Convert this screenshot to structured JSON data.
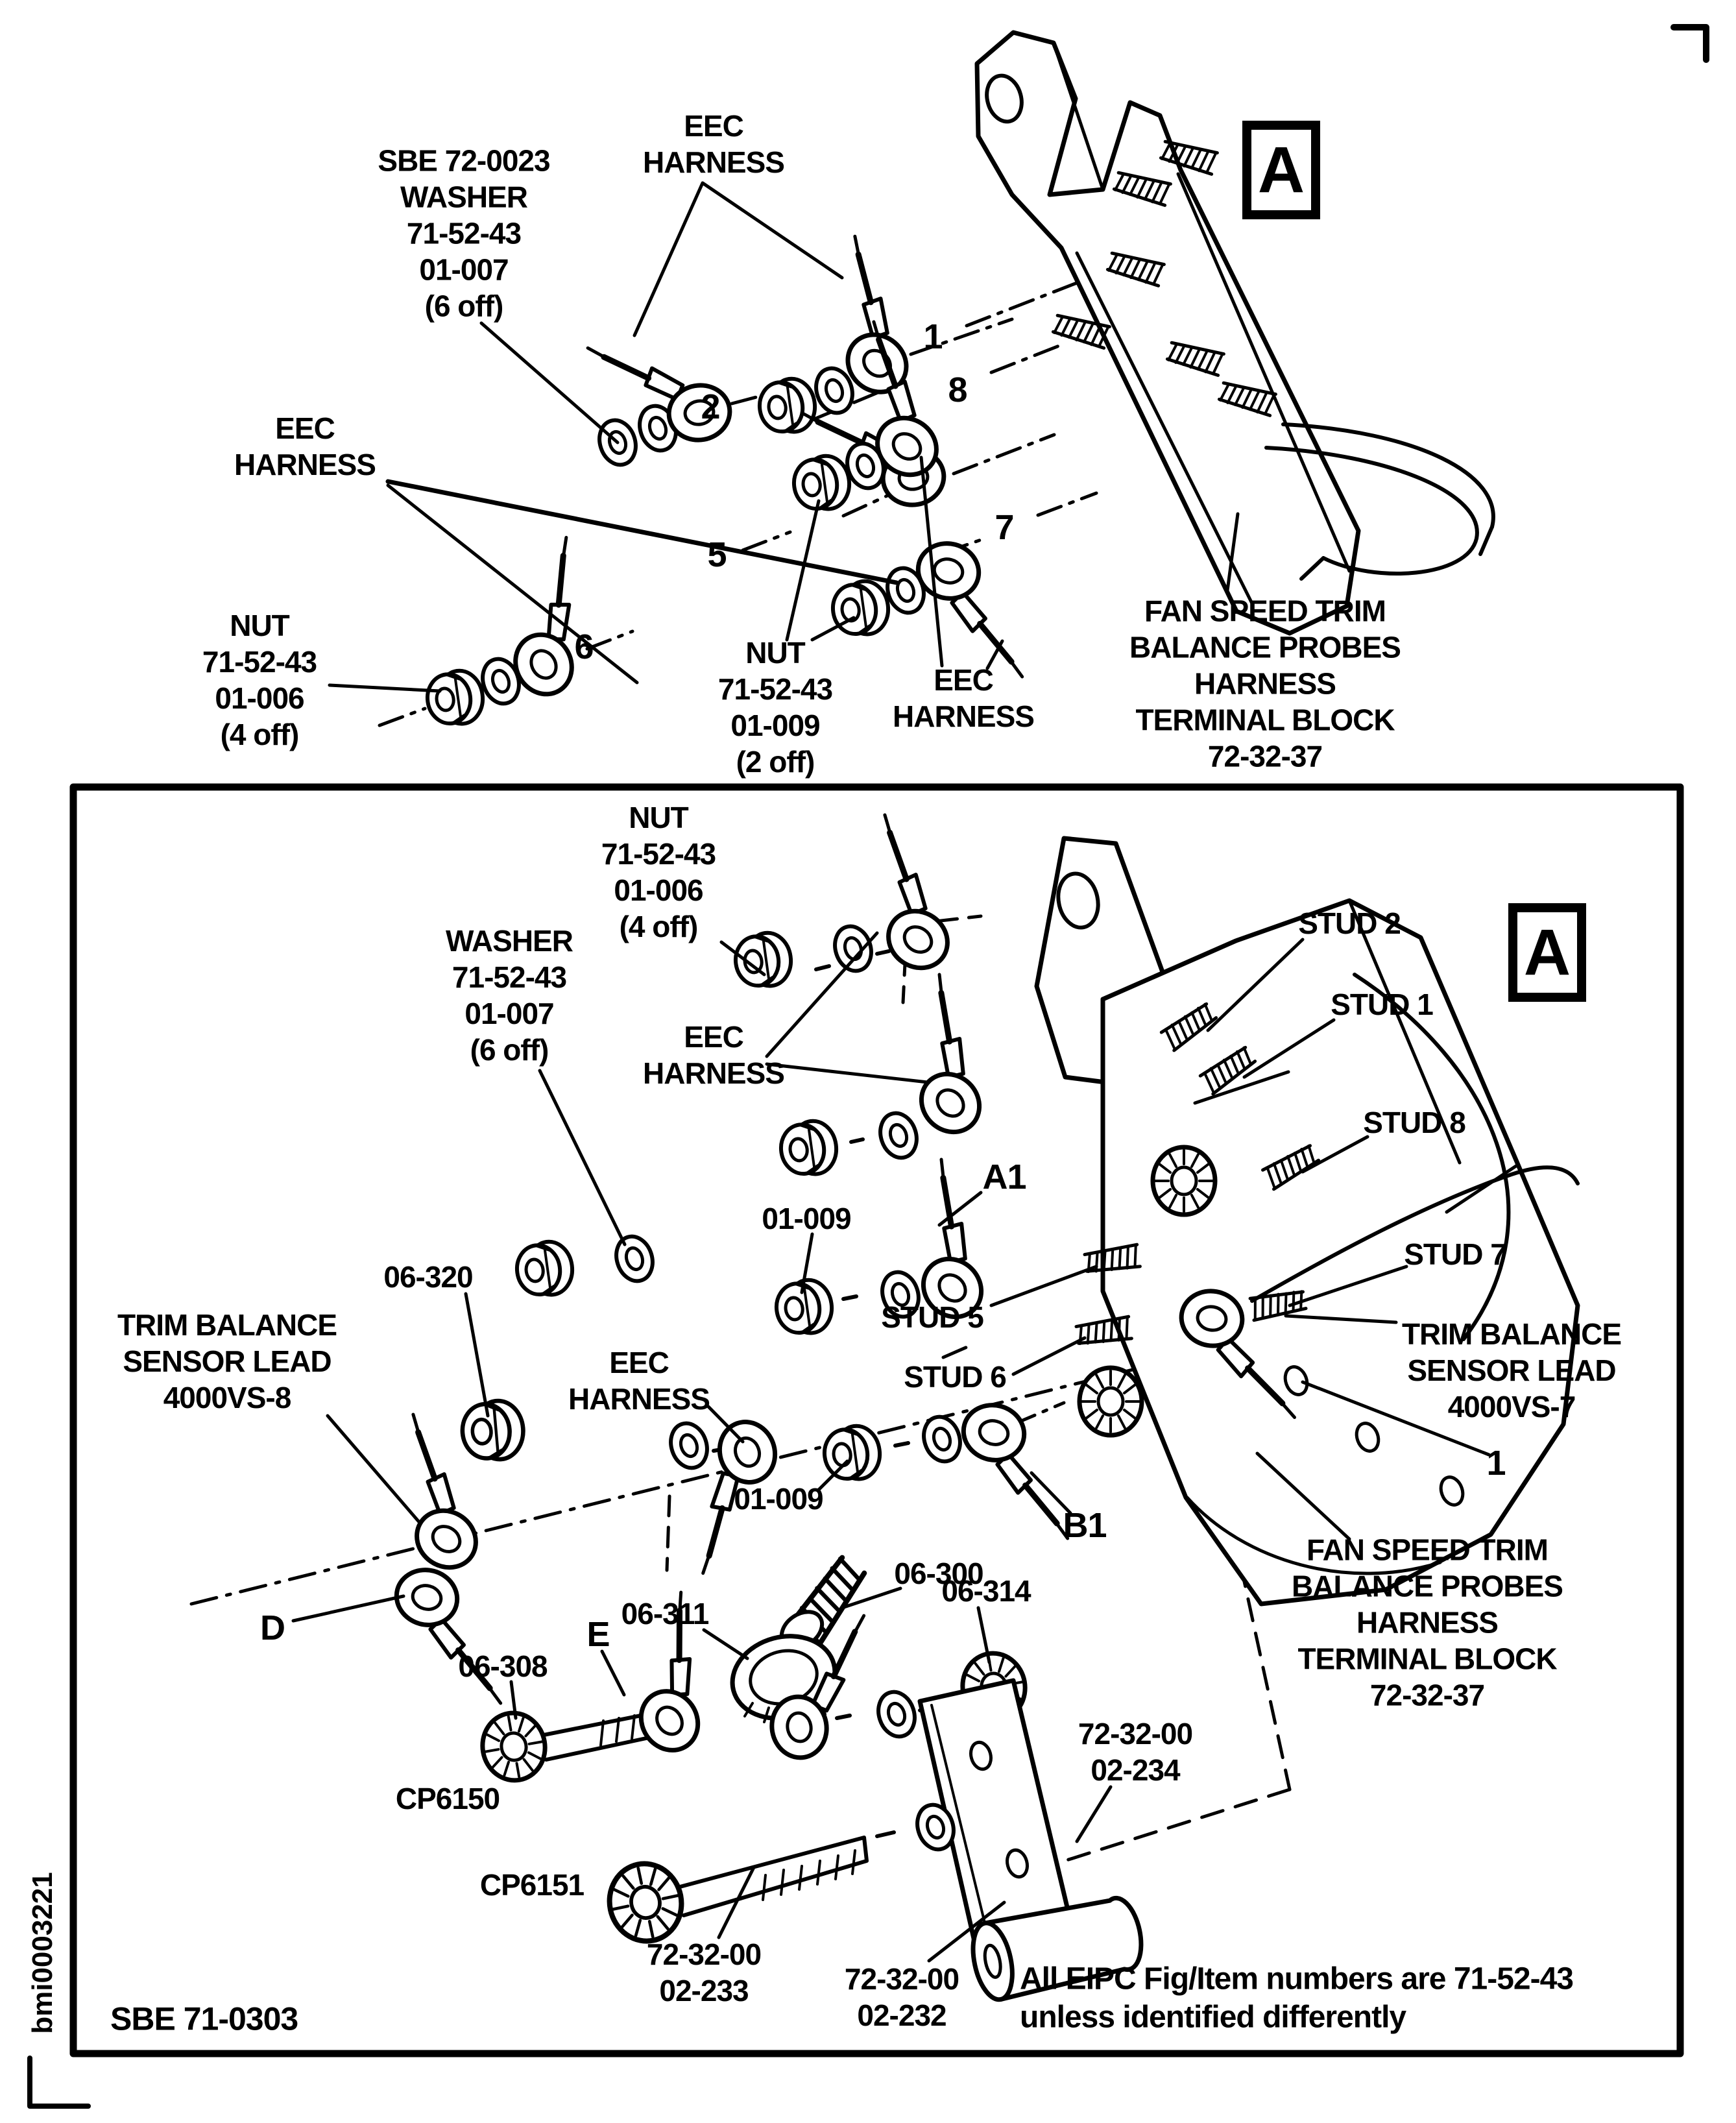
{
  "page": {
    "background": "#ffffff",
    "line_color": "#000000",
    "image_code": "bmi0003221",
    "figure_code": "SBE 71-0303",
    "note": "All EIPC Fig/Item numbers are 71-52-43\nunless identified differently"
  },
  "top_view": {
    "labels": {
      "washer_sbe": "SBE 72-0023\nWASHER\n71-52-43\n01-007\n(6 off)",
      "eec_harness_top": "EEC\nHARNESS",
      "eec_harness_left": "EEC\nHARNESS",
      "eec_harness_mid": "EEC\nHARNESS",
      "nut_01_006": "NUT\n71-52-43\n01-006\n(4 off)",
      "nut_01_009": "NUT\n71-52-43\n01-009\n(2 off)",
      "terminal_block": "FAN SPEED TRIM\nBALANCE PROBES\nHARNESS\nTERMINAL BLOCK\n72-32-37",
      "detail_marker": "A"
    },
    "callouts": {
      "c1": "1",
      "c2": "2",
      "c5": "5",
      "c6": "6",
      "c7": "7",
      "c8": "8"
    }
  },
  "bottom_view": {
    "labels": {
      "nut_01_006": "NUT\n71-52-43\n01-006\n(4 off)",
      "washer_01_007": "WASHER\n71-52-43\n01-007\n(6 off)",
      "eec_harness_upper": "EEC\nHARNESS",
      "eec_harness_lower": "EEC\nHARNESS",
      "stud1": "STUD 1",
      "stud2": "STUD 2",
      "stud5": "STUD 5",
      "stud6": "STUD 6",
      "stud7": "STUD 7",
      "stud8": "STUD 8",
      "sensor_lead_8": "TRIM BALANCE\nSENSOR LEAD\n4000VS-8",
      "sensor_lead_7": "TRIM BALANCE\nSENSOR LEAD\n4000VS-7",
      "terminal_block": "FAN SPEED TRIM\nBALANCE PROBES\nHARNESS\nTERMINAL BLOCK\n72-32-37",
      "p06_320": "06-320",
      "p01_009_upper": "01-009",
      "p01_009_lower": "01-009",
      "p06_311": "06-311",
      "p06_300": "06-300",
      "p06_314": "06-314",
      "p06_308": "06-308",
      "cp6150": "CP6150",
      "cp6151": "CP6151",
      "p72_234": "72-32-00\n02-234",
      "p72_233": "72-32-00\n02-233",
      "p72_232": "72-32-00\n02-232",
      "a1": "A1",
      "b1": "B1",
      "d": "D",
      "e": "E",
      "c1": "1",
      "detail_marker": "A"
    }
  }
}
